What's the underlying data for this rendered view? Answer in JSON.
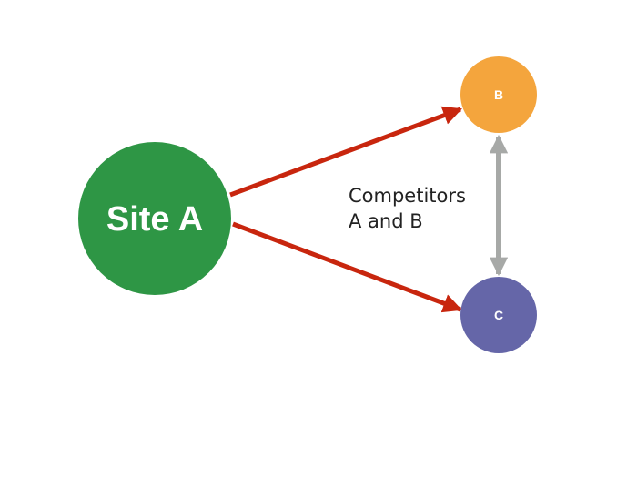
{
  "nodes": {
    "site_a": {
      "label": "Site A",
      "color": "#2e9645"
    },
    "b": {
      "label": "B",
      "color": "#f4a53d"
    },
    "c": {
      "label": "C",
      "color": "#6566a8"
    }
  },
  "edges": [
    {
      "from": "site_a",
      "to": "b",
      "color": "#c8260e",
      "direction": "forward"
    },
    {
      "from": "site_a",
      "to": "c",
      "color": "#c8260e",
      "direction": "forward"
    },
    {
      "from": "b",
      "to": "c",
      "color": "#a7a9a7",
      "direction": "both"
    }
  ],
  "caption": {
    "line1": "Competitors",
    "line2": "A and B"
  }
}
